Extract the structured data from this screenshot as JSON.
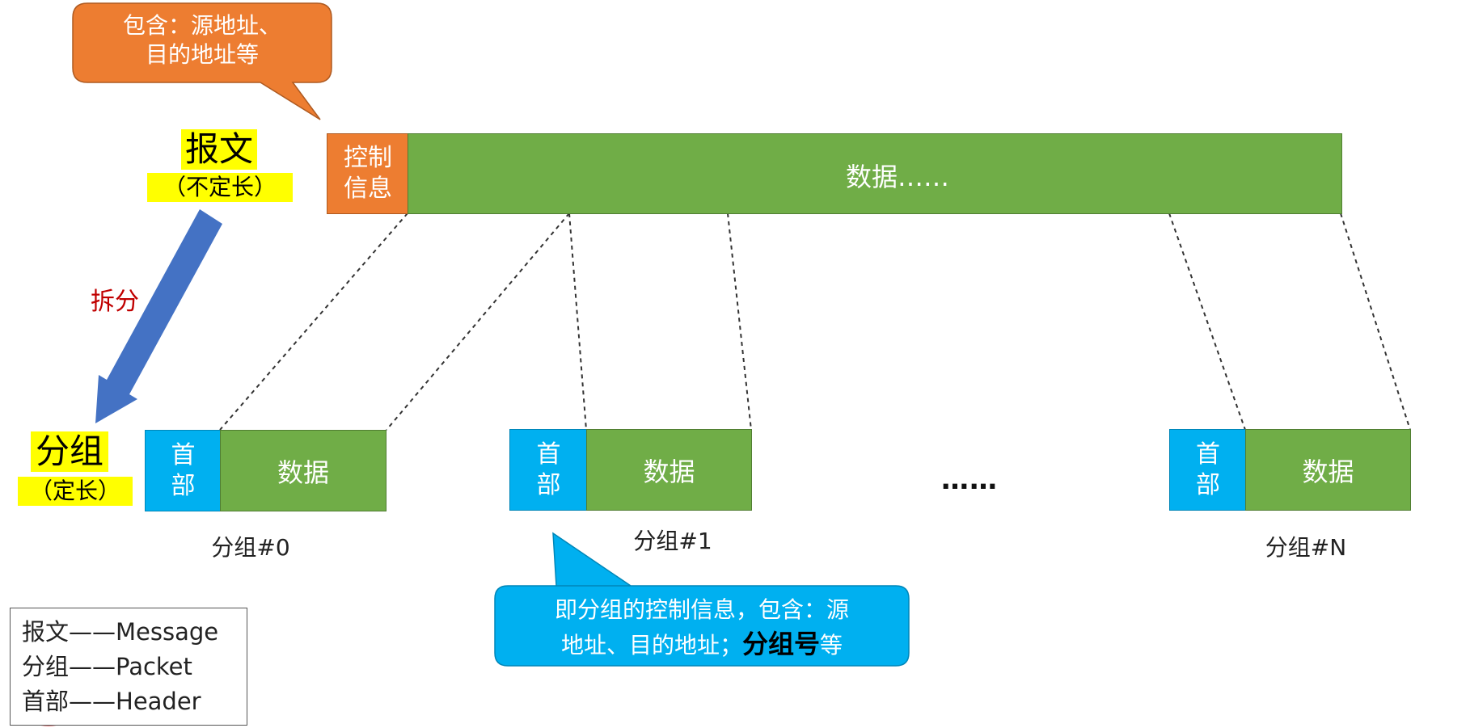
{
  "top_callout": {
    "line1": "包含：源地址、",
    "line2": "目的地址等"
  },
  "message": {
    "label": "报文",
    "sublabel": "（不定长）"
  },
  "split_label": "拆分",
  "packet_group": {
    "label": "分组",
    "sublabel": "（定长）"
  },
  "message_bar": {
    "control_info_line1": "控制",
    "control_info_line2": "信息",
    "data_label": "数据……"
  },
  "packets": [
    {
      "header_line1": "首",
      "header_line2": "部",
      "data": "数据",
      "caption": "分组#0"
    },
    {
      "header_line1": "首",
      "header_line2": "部",
      "data": "数据",
      "caption": "分组#1"
    },
    {
      "header_line1": "首",
      "header_line2": "部",
      "data": "数据",
      "caption": "分组#N"
    }
  ],
  "packets_ellipsis": "……",
  "bottom_callout": {
    "line1": "即分组的控制信息，包含：源",
    "line2_part1": "地址、目的地址；",
    "line2_bold": "分组号",
    "line2_part2": "等"
  },
  "legend": [
    {
      "term": "报文",
      "sep": "——",
      "english": "Message"
    },
    {
      "term": "分组",
      "sep": "——",
      "english": "Packet"
    },
    {
      "term": "首部",
      "sep": "——",
      "english": "Header"
    }
  ],
  "colors": {
    "green": "#70ad47",
    "orange": "#ed7d31",
    "blue": "#00b0f0",
    "highlight": "#ffff00",
    "arrow": "#4472c4",
    "split_text": "#c00000",
    "circle": "#d00000"
  }
}
